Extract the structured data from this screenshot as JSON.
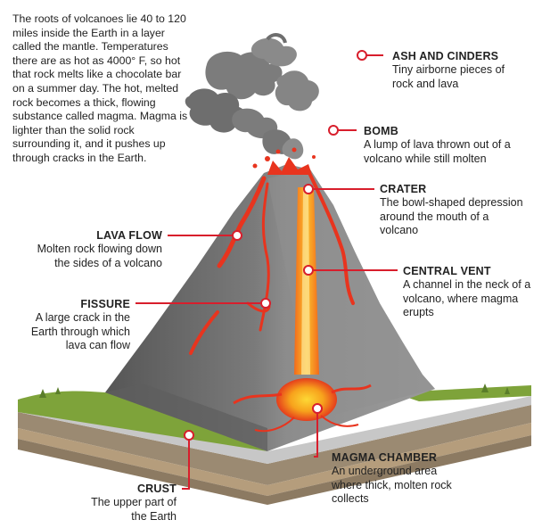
{
  "intro": "The roots of volcanoes lie 40 to 120 miles inside the Earth in a layer called the mantle. Temperatures there are as hot as 4000° F, so hot that rock melts like a chocolate bar on a summer day. The hot, melted rock becomes a thick, flowing substance called magma. Magma is lighter than the solid rock surrounding it, and it pushes up through cracks in the Earth.",
  "labels": {
    "ash": {
      "title": "ASH AND CINDERS",
      "desc": "Tiny airborne pieces of rock and lava"
    },
    "bomb": {
      "title": "BOMB",
      "desc": "A lump of lava thrown out of a volcano while still molten"
    },
    "crater": {
      "title": "CRATER",
      "desc": "The bowl-shaped depression around the mouth of a volcano"
    },
    "vent": {
      "title": "CENTRAL VENT",
      "desc": "A channel in the neck of a volcano, where magma erupts"
    },
    "lava": {
      "title": "LAVA FLOW",
      "desc": "Molten rock flowing down the sides of a volcano"
    },
    "fissure": {
      "title": "FISSURE",
      "desc": "A large crack in the Earth through which lava can flow"
    },
    "chamber": {
      "title": "MAGMA CHAMBER",
      "desc": "An underground area where thick, molten rock collects"
    },
    "crust": {
      "title": "CRUST",
      "desc": "The upper part of the Earth"
    }
  },
  "colors": {
    "leader": "#d81e2c",
    "smoke": "#6e6e6e",
    "rock": "#7d7d7d",
    "lava": "#f0461f",
    "magma": "#f7a21c",
    "grass": "#7ea33a"
  }
}
